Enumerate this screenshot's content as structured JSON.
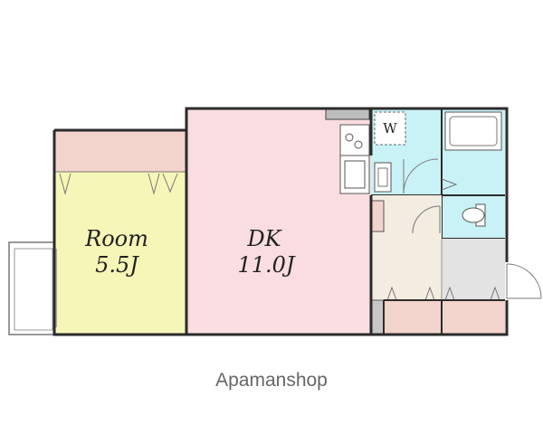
{
  "floor_plan": {
    "rooms": {
      "room": {
        "name": "Room",
        "size": "5.5J"
      },
      "dk": {
        "name": "DK",
        "size": "11.0J"
      }
    },
    "washer_label": "W",
    "watermark": "Apamanshop"
  },
  "colors": {
    "room_fill": "#f6f6b8",
    "dk_fill": "#f9dde1",
    "wet_area_fill": "#c9f2f6",
    "closet_fill": "#f3d4cc",
    "entry_fill": "#f3ece0",
    "shoes_fill": "#e3e3e3",
    "wall": "#2b2b2b"
  }
}
